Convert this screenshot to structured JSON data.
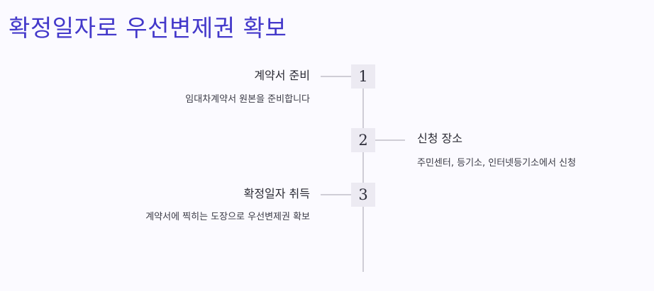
{
  "title": "확정일자로 우선변제권 확보",
  "steps": [
    {
      "number": "1",
      "title": "계약서 준비",
      "description": "임대차계약서 원본을 준비합니다",
      "side": "left"
    },
    {
      "number": "2",
      "title": "신청 장소",
      "description": "주민센터, 등기소, 인터넷등기소에서 신청",
      "side": "right"
    },
    {
      "number": "3",
      "title": "확정일자 취득",
      "description": "계약서에 찍히는 도장으로 우선변제권 확보",
      "side": "left"
    }
  ],
  "colors": {
    "title": "#4338ca",
    "line": "#cfcdd6",
    "box": "#eceaf2",
    "background": "#fbfaff"
  }
}
